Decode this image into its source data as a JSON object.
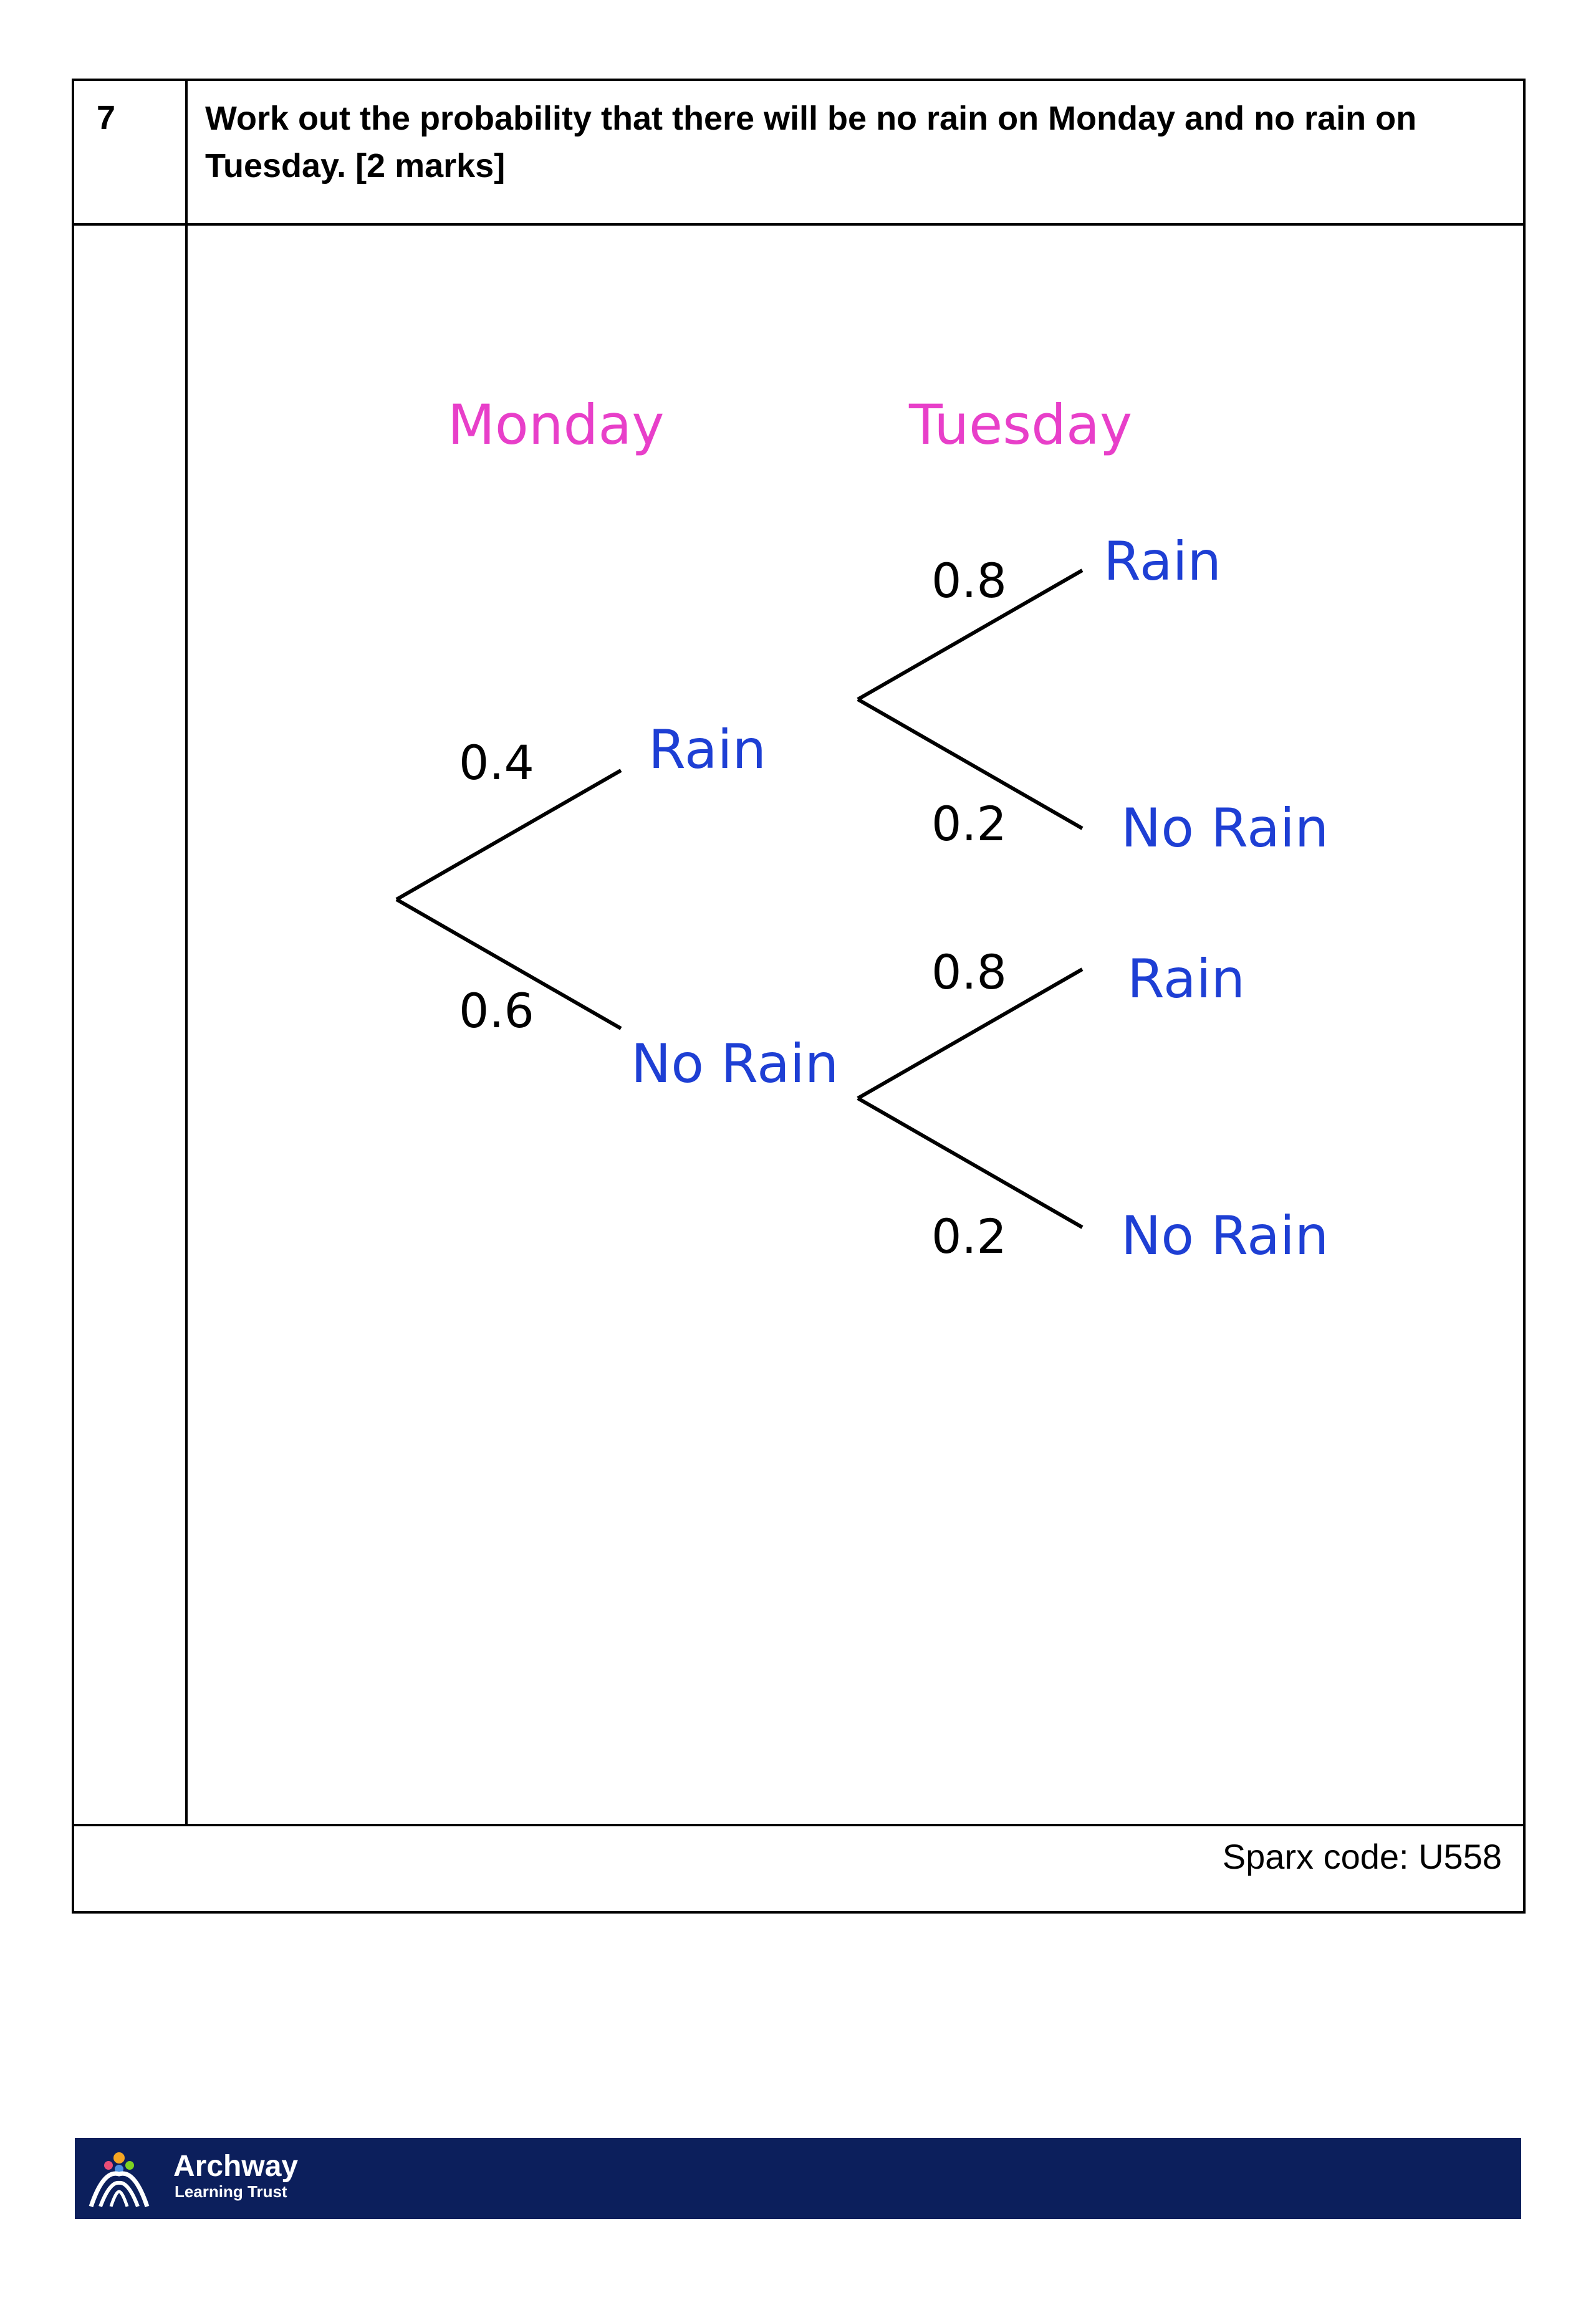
{
  "question": {
    "number": "7",
    "text_line1": "Work out the probability that there will be no rain on Monday and no rain on",
    "text_line2": "Tuesday. [2 marks]"
  },
  "tree": {
    "headers": {
      "monday": "Monday",
      "tuesday": "Tuesday"
    },
    "monday_branches": [
      {
        "probability": "0.4",
        "outcome": "Rain"
      },
      {
        "probability": "0.6",
        "outcome": "No Rain"
      }
    ],
    "tuesday_after_rain": [
      {
        "probability": "0.8",
        "outcome": "Rain"
      },
      {
        "probability": "0.2",
        "outcome": "No Rain"
      }
    ],
    "tuesday_after_no_rain": [
      {
        "probability": "0.8",
        "outcome": "Rain"
      },
      {
        "probability": "0.2",
        "outcome": "No Rain"
      }
    ],
    "colors": {
      "header": "#e83fc9",
      "outcome": "#1e3fd4",
      "probability": "#000000"
    }
  },
  "sparx_code": "Sparx code: U558",
  "footer": {
    "org_name": "Archway",
    "org_sub": "Learning Trust",
    "background": "#0c1f5c"
  }
}
